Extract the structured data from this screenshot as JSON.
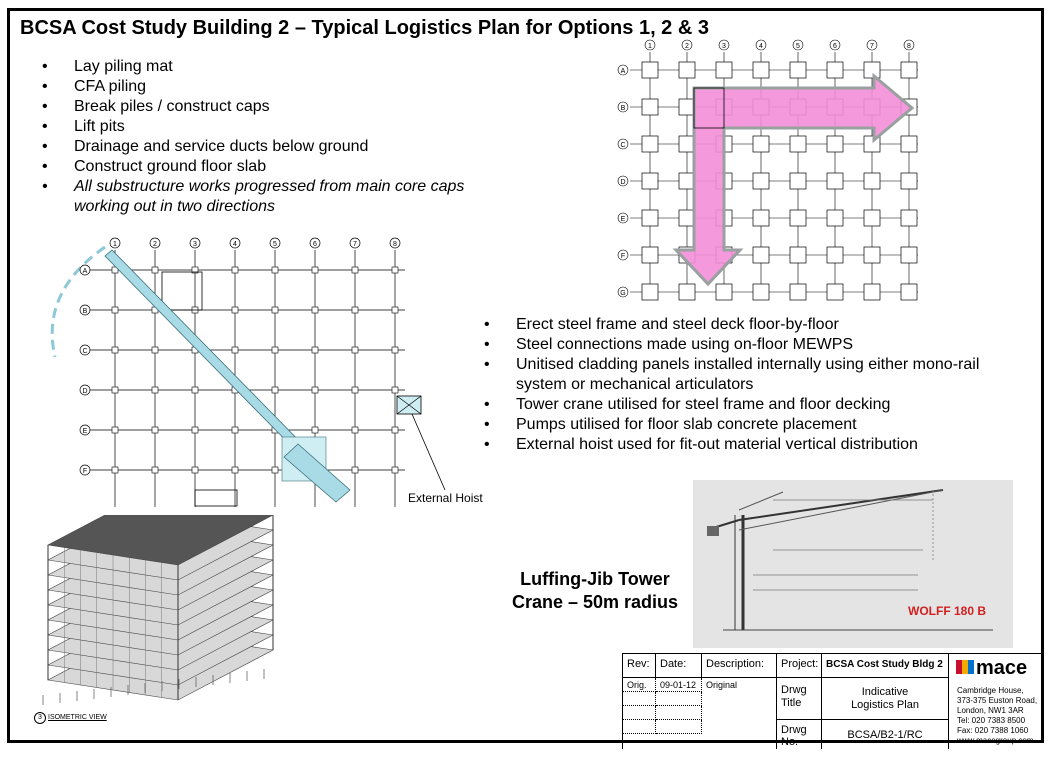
{
  "title": "BCSA Cost Study Building 2 – Typical Logistics Plan for Options 1, 2 & 3",
  "substructure_bullets": [
    {
      "text": "Lay piling mat",
      "italic": false
    },
    {
      "text": "CFA piling",
      "italic": false
    },
    {
      "text": "Break piles / construct caps",
      "italic": false
    },
    {
      "text": "Lift pits",
      "italic": false
    },
    {
      "text": "Drainage and service ducts below ground",
      "italic": false
    },
    {
      "text": "Construct ground floor slab",
      "italic": false
    },
    {
      "text": "All substructure works progressed from main core caps working out in two directions",
      "italic": true
    }
  ],
  "superstructure_bullets": [
    "Erect steel frame and steel deck floor-by-floor",
    "Steel connections made using on-floor MEWPS",
    "Unitised cladding panels installed internally using either mono-rail system or mechanical articulators",
    "Tower crane utilised for steel frame and floor decking",
    "Pumps utilised for floor slab concrete placement",
    "External hoist used for fit-out material vertical distribution"
  ],
  "crane_label": "Luffing-Jib Tower Crane – 50m radius",
  "hoist_label": "External Hoist",
  "iso_label": "ISOMETRIC VIEW",
  "iso_num": "3",
  "crane_model": "WOLFF 180 B",
  "grid_columns": [
    "1",
    "2",
    "3",
    "4",
    "5",
    "6",
    "7",
    "8"
  ],
  "grid_rows": [
    "A",
    "B",
    "C",
    "D",
    "E",
    "F",
    "G"
  ],
  "title_block": {
    "rev_h": "Rev:",
    "date_h": "Date:",
    "desc_h": "Description:",
    "project_h": "Project:",
    "project": "BCSA Cost Study Bldg 2",
    "rev": "Orig.",
    "date": "09-01-12",
    "desc": "Original",
    "drwg_title_h": "Drwg Title",
    "drwg_title": "Indicative Logistics Plan",
    "drwg_no_h": "Drwg No.",
    "drwg_no": "BCSA/B2-1/RC"
  },
  "company": {
    "logo": "mace",
    "address": [
      "Cambridge House,",
      "373-375 Euston Road,",
      "London, NW1 3AR",
      "Tel: 020 7383 8500",
      "Fax: 020 7388 1060",
      "www.macegroup.com"
    ]
  },
  "colors": {
    "arrow_fill": "#f38fd8",
    "arrow_edge": "#9aa0a0",
    "crane_boom": "#a9dbe6",
    "crane_edge": "#3a6f7a",
    "dash": "#8ec8d8",
    "wolff_red": "#d21f1f"
  }
}
